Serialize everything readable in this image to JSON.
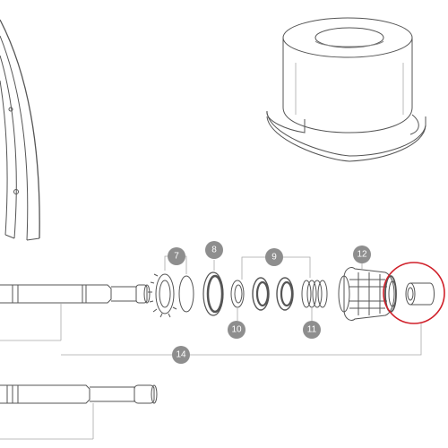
{
  "diagram": {
    "callouts": [
      {
        "id": "7",
        "label": "7"
      },
      {
        "id": "8",
        "label": "8"
      },
      {
        "id": "9",
        "label": "9"
      },
      {
        "id": "10",
        "label": "10"
      },
      {
        "id": "11",
        "label": "11"
      },
      {
        "id": "12",
        "label": "12"
      },
      {
        "id": "14",
        "label": "14"
      }
    ],
    "highlight_color": "#d0202a",
    "callout_color": "#8e8e8e",
    "line_color": "#a8a8a8"
  }
}
